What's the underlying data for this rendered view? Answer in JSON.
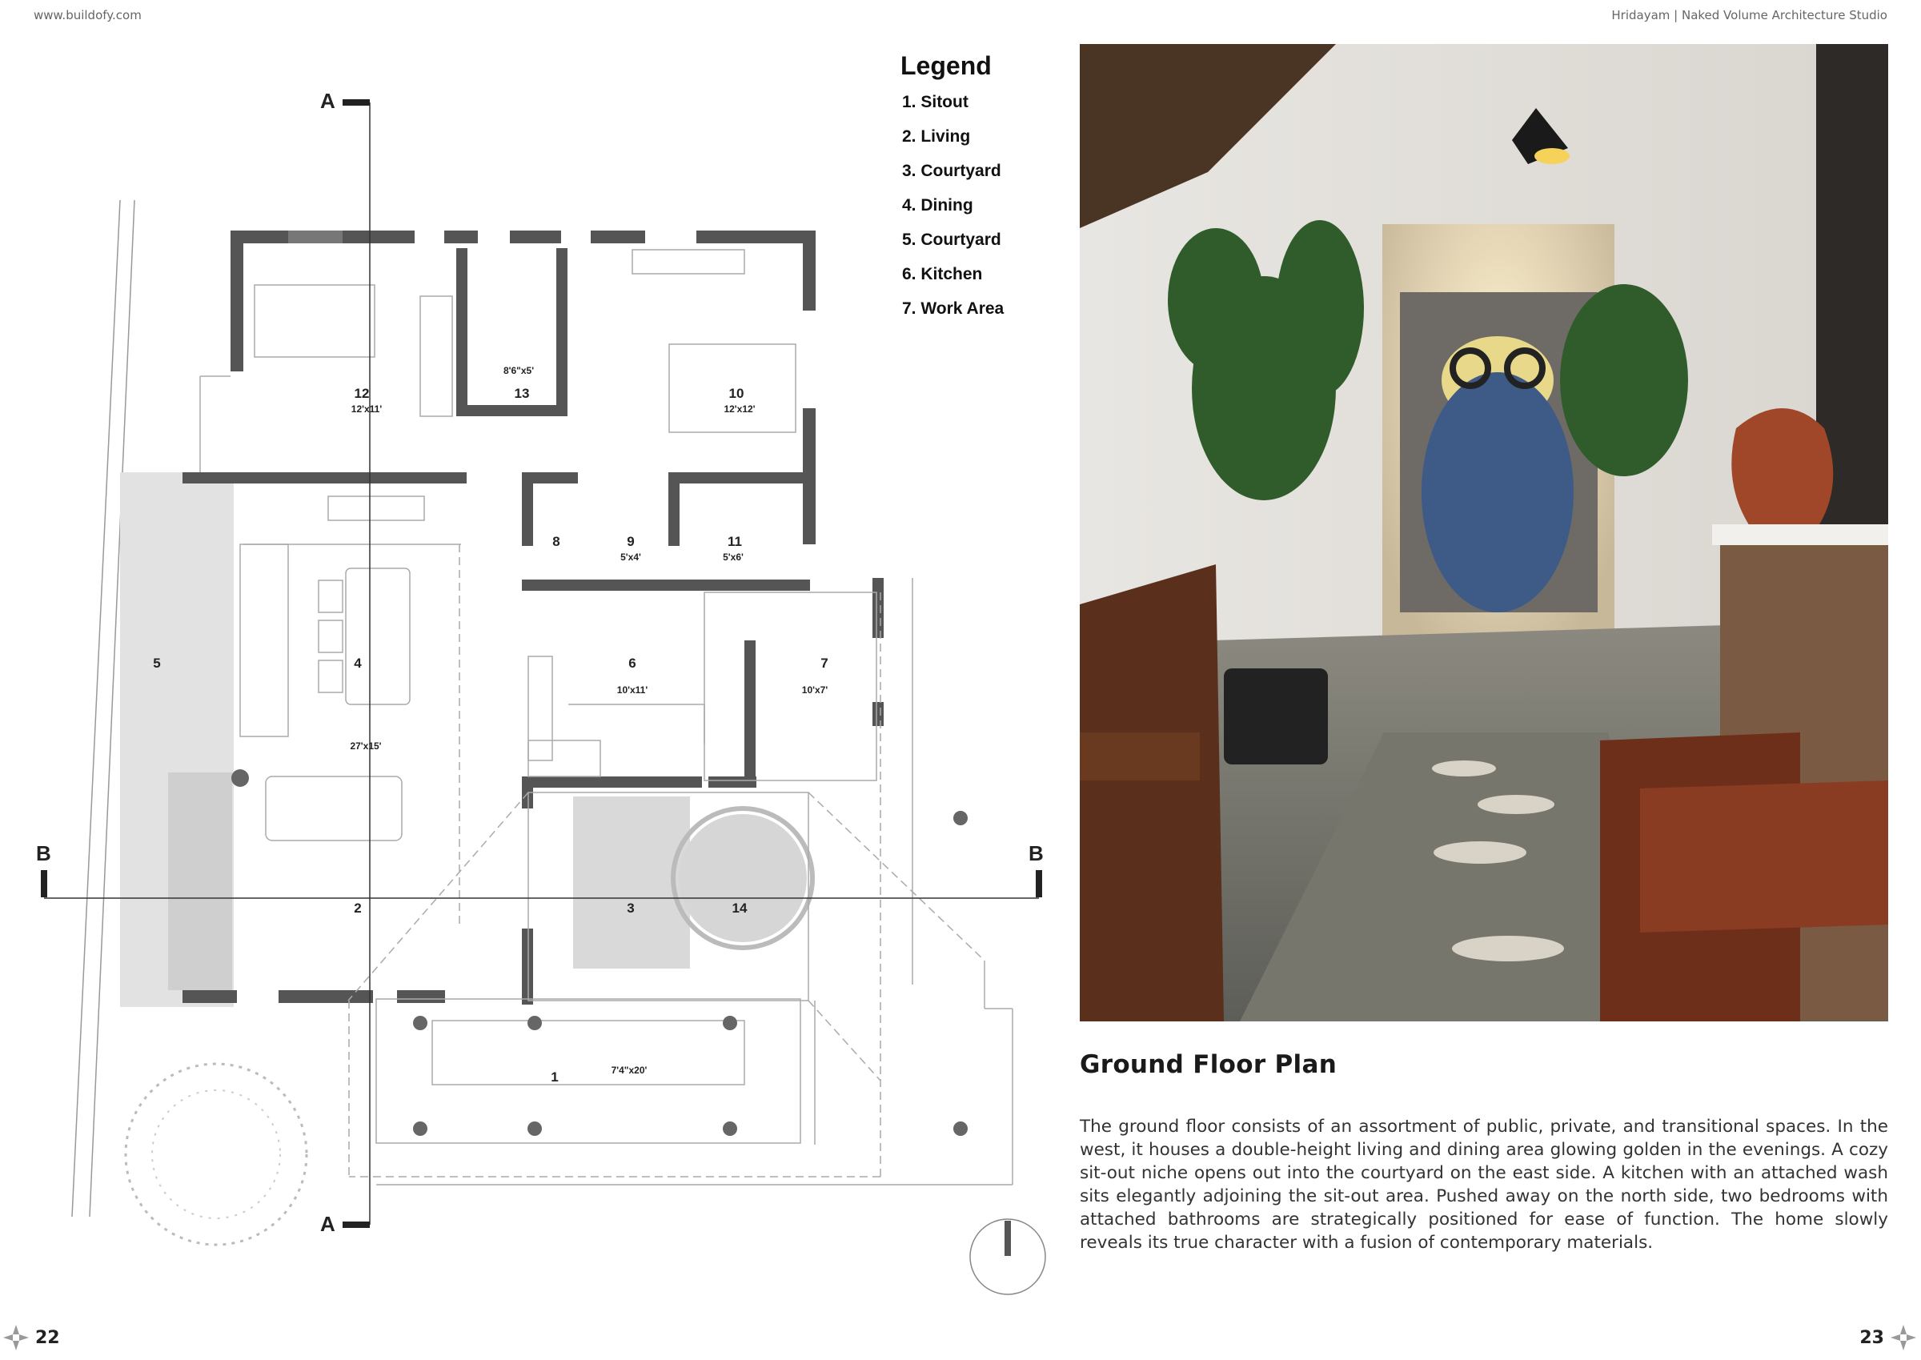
{
  "header": {
    "website": "www.buildofy.com",
    "project": "Hridayam | Naked Volume Architecture Studio"
  },
  "legend": {
    "title": "Legend",
    "items": [
      "1. Sitout",
      "2. Living",
      "3. Courtyard",
      "4. Dining",
      "5. Courtyard",
      "6. Kitchen",
      "7. Work Area"
    ]
  },
  "plan": {
    "section_labels": {
      "a_top": "A",
      "a_bottom": "A",
      "b_left": "B",
      "b_right": "B"
    },
    "rooms": [
      {
        "num": "12",
        "dim": "12'x11'"
      },
      {
        "num": "13",
        "dim": "8'6\"x5'"
      },
      {
        "num": "10",
        "dim": "12'x12'"
      },
      {
        "num": "8",
        "dim": ""
      },
      {
        "num": "9",
        "dim": "5'x4'"
      },
      {
        "num": "11",
        "dim": "5'x6'"
      },
      {
        "num": "5",
        "dim": ""
      },
      {
        "num": "4",
        "dim": ""
      },
      {
        "num": "6",
        "dim": "10'x11'"
      },
      {
        "num": "7",
        "dim": "10'x7'"
      },
      {
        "num": "2",
        "dim": "27'x15'"
      },
      {
        "num": "3",
        "dim": ""
      },
      {
        "num": "14",
        "dim": ""
      },
      {
        "num": "1",
        "dim": "7'4\"x20'"
      }
    ]
  },
  "section": {
    "title": "Ground Floor Plan",
    "body": "The ground floor consists of an assortment of public, private, and transitional spaces. In the west, it houses a double-height living and dining area glowing golden in the evenings. A cozy sit-out niche opens out into the courtyard on the east side. A kitchen with an attached wash sits elegantly adjoining the sit-out area. Pushed away on the north side, two bedrooms with attached bathrooms are strategically positioned for ease of function. The home slowly reveals its true character with a fusion of contemporary materials."
  },
  "pages": {
    "left": "22",
    "right": "23"
  },
  "colors": {
    "wall": "#555555",
    "courtyard": "#d9d9d9",
    "text": "#333333"
  }
}
